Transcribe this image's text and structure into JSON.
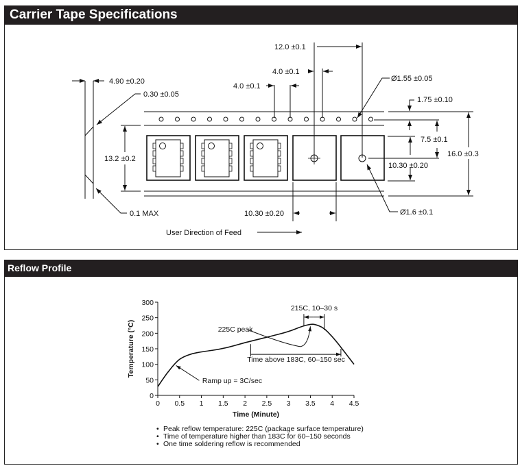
{
  "carrier_tape": {
    "title": "Carrier Tape Specifications",
    "dimensions": {
      "thickness": "4.90 ±0.20",
      "wall": "0.30 ±0.05",
      "camber": "0.1 MAX",
      "pocket_depth": "13.2 ±0.2",
      "pocket_pitch": "12.0 ±0.1",
      "sprocket_pitch_a": "4.0 ±0.1",
      "sprocket_pitch_b": "4.0 ±0.1",
      "sprocket_hole_dia": "Ø1.55 ±0.05",
      "edge_to_hole": "1.75 ±0.10",
      "hole_to_pocket_center": "7.5 ±0.1",
      "tape_width": "16.0 ±0.3",
      "pocket_height": "10.30 ±0.20",
      "pocket_width": "10.30 ±0.20",
      "pocket_hole_dia": "Ø1.6 ±0.1"
    },
    "feed_label": "User Direction of Feed"
  },
  "reflow": {
    "title": "Reflow Profile",
    "notes": [
      "Peak reflow temperature: 225C (package surface temperature)",
      "Time of temperature higher than 183C for 60–150 seconds",
      "One time soldering reflow is recommended"
    ]
  },
  "chart_data": {
    "type": "line",
    "title": "",
    "xlabel": "Time (Minute)",
    "ylabel": "Temperature (°C)",
    "xlim": [
      0,
      4.5
    ],
    "ylim": [
      0,
      300
    ],
    "xticks": [
      "0",
      "0.5",
      "1",
      "1.5",
      "2",
      "2.5",
      "3",
      "3.5",
      "4",
      "4.5"
    ],
    "yticks": [
      "0",
      "50",
      "100",
      "150",
      "200",
      "250",
      "300"
    ],
    "grid": false,
    "series": [
      {
        "name": "Reflow profile",
        "x": [
          0,
          0.2,
          0.45,
          0.6,
          0.8,
          1.0,
          1.5,
          2.0,
          2.5,
          3.0,
          3.3,
          3.5,
          3.6,
          3.8,
          4.0,
          4.2,
          4.5
        ],
        "y": [
          28,
          70,
          112,
          125,
          135,
          140,
          150,
          170,
          187,
          205,
          222,
          229,
          229,
          218,
          190,
          155,
          100
        ]
      }
    ],
    "annotations": [
      {
        "text": "225C peak",
        "x": 3.55,
        "y": 229
      },
      {
        "text": "215C, 10–30 s",
        "x_range": [
          3.35,
          3.82
        ]
      },
      {
        "text": "Time above 183C, 60–150 sec",
        "x_range": [
          2.13,
          4.2
        ]
      },
      {
        "text": "Ramp up = 3C/sec",
        "x": 0.4,
        "y": 100
      }
    ]
  }
}
